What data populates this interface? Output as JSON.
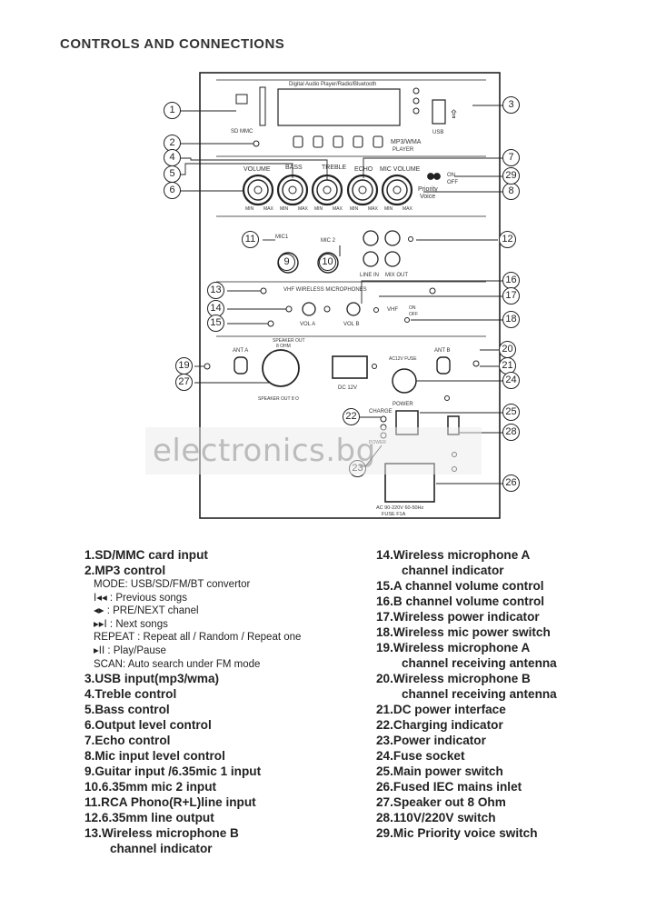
{
  "heading": "CONTROLS AND CONNECTIONS",
  "watermark": "electronics.bg",
  "panel": {
    "player_label": "Digital Audio Player/Radio/Bluetooth",
    "sd_mmc": "SD MMC",
    "usb": "USB",
    "mp3_wma_player_1": "MP3/WMA",
    "mp3_wma_player_2": "PLAYER",
    "knobs": [
      "VOLUME",
      "BASS",
      "TREBLE",
      "ECHO",
      "MIC VOLUME"
    ],
    "min_label": "MIN",
    "max_label": "MAX",
    "on": "ON",
    "off": "OFF",
    "priority": "Priority",
    "voice": "Voice",
    "mic1": "MIC1",
    "mic2": "MIC 2",
    "line_in": "LINE IN",
    "mix_out": "MIX OUT",
    "vhf_wireless": "VHF WIRELESS MICROPHONES",
    "vol_a": "VOL A",
    "vol_b": "VOL B",
    "vhf": "VHF",
    "ant_a": "ANT A",
    "ant_b": "ANT B",
    "speaker_out_top": "SPEAKER OUT",
    "speaker_ohm": "8 OHM",
    "speaker_out_bottom": "SPEAKER OUT 8 O",
    "dc12v": "DC 12V",
    "fuse": "AC12V FUSE",
    "power": "POWER",
    "charge": "CHARGE",
    "power_small": "POWER",
    "ac_label": "AC 90-220V 60-50Hz",
    "fuse_label": "FUSE F1A"
  },
  "callouts": [
    "1",
    "2",
    "3",
    "4",
    "5",
    "6",
    "7",
    "8",
    "9",
    "10",
    "11",
    "12",
    "13",
    "14",
    "15",
    "16",
    "17",
    "18",
    "19",
    "20",
    "21",
    "22",
    "23",
    "24",
    "25",
    "26",
    "27",
    "28",
    "29"
  ],
  "legend_left": [
    {
      "text": "1.SD/MMC card input"
    },
    {
      "text": "2.MP3 control"
    },
    {
      "text": "MODE: USB/SD/FM/BT convertor",
      "sub": true
    },
    {
      "text": "I◂◂ : Previous songs",
      "sub": true
    },
    {
      "text": "◂▸ : PRE/NEXT chanel",
      "sub": true
    },
    {
      "text": "▸▸I : Next songs",
      "sub": true
    },
    {
      "text": "REPEAT : Repeat all / Random / Repeat one",
      "sub": true
    },
    {
      "text": "▸II  : Play/Pause",
      "sub": true
    },
    {
      "text": "SCAN: Auto search under FM mode",
      "sub": true
    },
    {
      "text": "3.USB input(mp3/wma)"
    },
    {
      "text": "4.Treble control"
    },
    {
      "text": "5.Bass control"
    },
    {
      "text": "6.Output level control"
    },
    {
      "text": "7.Echo control"
    },
    {
      "text": "8.Mic input level control"
    },
    {
      "text": "9.Guitar input /6.35mic 1 input"
    },
    {
      "text": "10.6.35mm mic 2 input"
    },
    {
      "text": "11.RCA Phono(R+L)line input"
    },
    {
      "text": "12.6.35mm line output"
    },
    {
      "text": "13.Wireless microphone B"
    },
    {
      "text": "channel indicator",
      "cont": true
    }
  ],
  "legend_right": [
    {
      "text": "14.Wireless microphone A"
    },
    {
      "text": "channel indicator",
      "cont": true
    },
    {
      "text": "15.A channel volume control"
    },
    {
      "text": "16.B channel volume control"
    },
    {
      "text": "17.Wireless power indicator"
    },
    {
      "text": "18.Wireless mic power switch"
    },
    {
      "text": "19.Wireless microphone A"
    },
    {
      "text": "channel receiving antenna",
      "cont": true
    },
    {
      "text": "20.Wireless microphone B"
    },
    {
      "text": "channel receiving antenna",
      "cont": true
    },
    {
      "text": "21.DC power interface"
    },
    {
      "text": "22.Charging indicator"
    },
    {
      "text": "23.Power indicator"
    },
    {
      "text": "24.Fuse socket"
    },
    {
      "text": "25.Main power switch"
    },
    {
      "text": "26.Fused IEC mains inlet"
    },
    {
      "text": "27.Speaker out 8 Ohm"
    },
    {
      "text": "28.110V/220V switch"
    },
    {
      "text": "29.Mic Priority voice switch"
    }
  ]
}
